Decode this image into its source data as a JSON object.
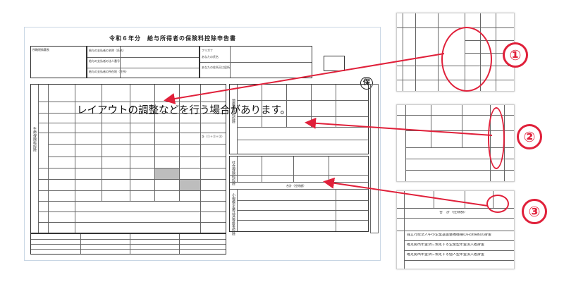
{
  "form": {
    "title": "令和６年分　給与所得者の保険料控除申告書",
    "seal_char": "保",
    "overlay_note": "レイアウトの調整などを行う場合があります。",
    "header_cells": [
      "所轄税務署長",
      "給与の支払者の名称（氏名）",
      "給与の支払者の法人番号",
      "給与の支払者の所在地（住所）",
      "フリガナ",
      "あなたの氏名",
      "あなたの住所又は居所"
    ],
    "life_section_title": "生命保険料控除",
    "quake_section_title": "地震保険料控除",
    "social_section_title": "社会保険料控除",
    "small_enterprise_title": "小規模企業共済等掛金控除",
    "total_label": "合計（控除額）",
    "sum_label": "計（①＋②＋③）"
  },
  "callouts": [
    {
      "label": "①"
    },
    {
      "label": "②"
    },
    {
      "label": "③"
    }
  ],
  "panels": {
    "panel3_rows": [
      "独立行政法人中小企業基盤整備機構の共済契約の掛金",
      "確定拠出年金法に規定する企業型年金加入者掛金",
      "確定拠出年金法に規定する個人型年金加入者掛金"
    ],
    "panel3_total": "合　計（控除額）"
  },
  "colors": {
    "accent": "#e0203a",
    "frame": "#c8d6e4"
  }
}
